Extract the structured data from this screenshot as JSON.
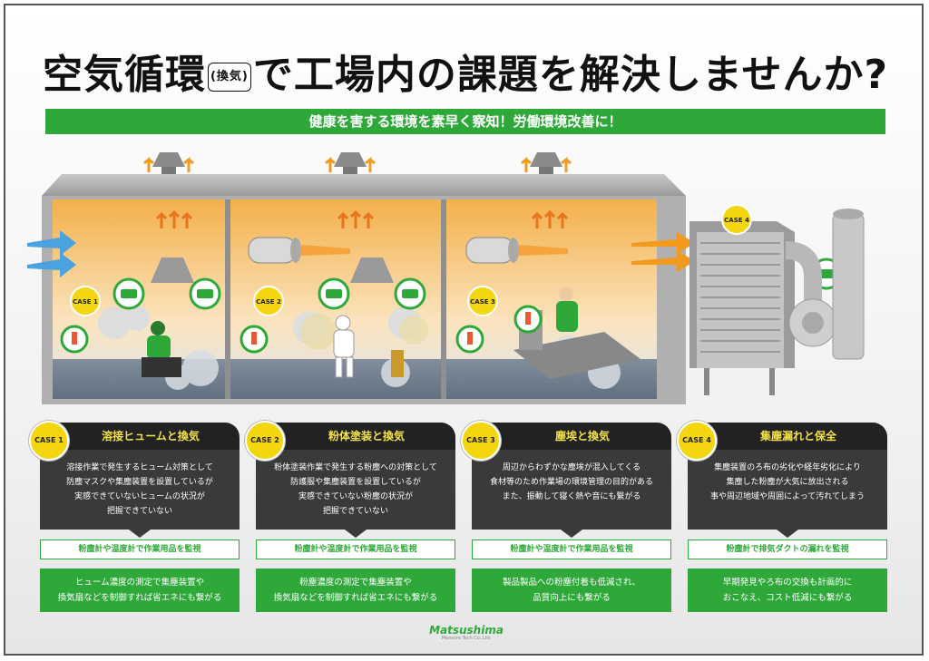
{
  "title": {
    "part1": "空気循環",
    "small": "(換気)",
    "part2": "で工場内の課題を解決しませんか?"
  },
  "subtitle": "健康を害する環境を素早く察知！労働環境改善に！",
  "illustration": {
    "case_tags": [
      "CASE 1",
      "CASE 2",
      "CASE 3",
      "CASE 4"
    ]
  },
  "cases": [
    {
      "badge": "CASE 1",
      "title": "溶接ヒュームと換気",
      "desc": [
        "溶接作業で発生するヒューム対策として",
        "防塵マスクや集塵装置を設置しているが",
        "実感できていないヒュームの状況が",
        "把握できていない"
      ],
      "measure": "粉塵計や温度計で作業用品を監視",
      "result": [
        "ヒューム濃度の測定で集塵装置や",
        "換気扇などを制御すれば省エネにも繋がる"
      ]
    },
    {
      "badge": "CASE 2",
      "title": "粉体塗装と換気",
      "desc": [
        "粉体塗装作業で発生する粉塵への対策として",
        "防護服や集塵装置を設置しているが",
        "実感できていない粉塵の状況が",
        "把握できていない"
      ],
      "measure": "粉塵計や温度計で作業用品を監視",
      "result": [
        "粉塵濃度の測定で集塵装置や",
        "換気扇などを制御すれば省エネにも繋がる"
      ]
    },
    {
      "badge": "CASE 3",
      "title": "塵埃と換気",
      "desc": [
        "周辺からわずかな塵埃が混入してくる",
        "食材等のため作業場の環境管理の目的がある",
        "また、振動して寝く熱や音にも繋がる"
      ],
      "measure": "粉塵計や温度計で作業用品を監視",
      "result": [
        "製品製品への粉塵付着も低減され、",
        "品質向上にも繋がる"
      ]
    },
    {
      "badge": "CASE 4",
      "title": "集塵漏れと保全",
      "desc": [
        "集塵装置のろ布の劣化や経年劣化により",
        "集塵した粉塵が大気に放出される",
        "事や周辺地域や周囲によって汚れてしまう"
      ],
      "measure": "粉塵計で排気ダクトの漏れを監視",
      "result": [
        "早期発見やろ布の交換も計画的に",
        "おこなえ、コスト低減にも繋がる"
      ]
    }
  ],
  "logo": {
    "name": "Matsushima",
    "sub": "Measure Tech Co.,Ltd."
  },
  "colors": {
    "green": "#2fa83a",
    "yellow": "#f3d60e",
    "dark": "#222222"
  }
}
